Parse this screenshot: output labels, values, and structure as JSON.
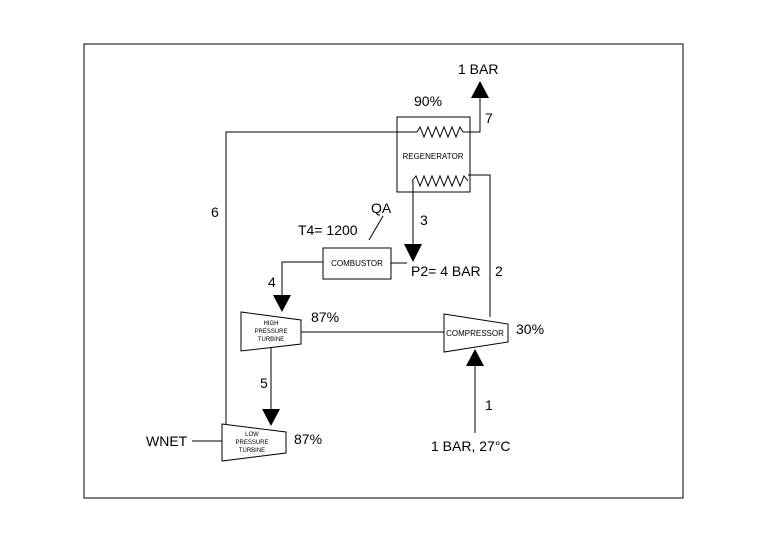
{
  "labels": {
    "exhaust_pressure": "1 BAR",
    "regen_effectiveness": "90%",
    "state7": "7",
    "state6": "6",
    "state3": "3",
    "state2": "2",
    "state4": "4",
    "state5": "5",
    "state1": "1",
    "heat_added": "QA",
    "t4": "T4= 1200",
    "p2": "P2= 4 BAR",
    "hpt_eff": "87%",
    "lpt_eff": "87%",
    "comp_eff": "30%",
    "inlet": "1 BAR, 27°C",
    "wnet": "WNET"
  },
  "components": {
    "regenerator": "REGENERATOR",
    "combustor": "COMBUSTOR",
    "compressor": "COMPRESSOR",
    "hpt_line1": "HIGH",
    "hpt_line2": "PRESSURE",
    "hpt_line3": "TURBINE",
    "lpt_line1": "LOW",
    "lpt_line2": "PRESSURE",
    "lpt_line3": "TURBINE"
  }
}
